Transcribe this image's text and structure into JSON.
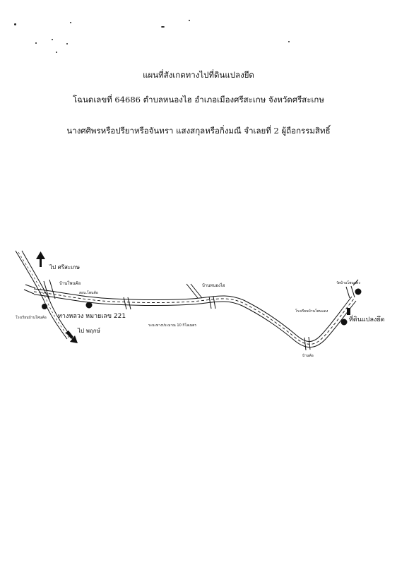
{
  "document": {
    "title": "แผนที่สังเกตทางไปที่ดินแปลงยึด",
    "deed_line": "โฉนดเลขที่ 64686 ตำบลหนองไฮ อำเภอเมืองศรีสะเกษ จังหวัดศรีสะเกษ",
    "owner_line": "นางศศิพรหรือปรียาหรือจันทรา แสงสกุลหรือกิ่งมณี จำเลยที่ 2 ผู้ถือกรรมสิทธิ์"
  },
  "map": {
    "labels": {
      "to_sisaket": "ไป ศรีสะเกษ",
      "to_phrue": "ไป พฤกษ์",
      "ban_phon_kho": "บ้านโพนค้อ",
      "health_station": "สอน.โพนค้อ",
      "school_left": "โรงเรียนบ้านโพนค้อ",
      "highway": "ทางหลวง หมายเลข 221",
      "distance": "ระยะทางประมาณ 10 กิโลเมตร",
      "ban_nong_hai": "บ้านหนองไฮ",
      "ban_kho": "บ้านค้อ",
      "school_right": "โรงเรียนบ้านโพนแดง",
      "temple": "วัดบ้านโพนแดง",
      "seized_land": "ที่ดินแปลงยึด"
    },
    "icons": {
      "arrow_north": "arrow-up-icon",
      "arrow_southeast": "arrow-down-right-icon",
      "landmark": "filled-circle-icon",
      "plot": "black-rectangle-icon"
    }
  }
}
